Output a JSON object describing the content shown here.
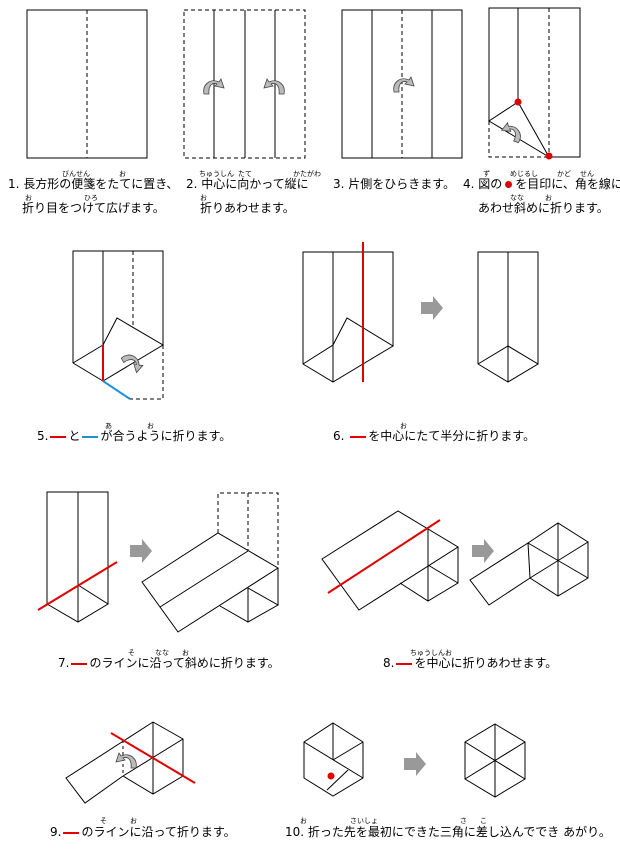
{
  "colors": {
    "line": "#000000",
    "red": "#e00000",
    "blue": "#1e90d8",
    "arrow": "#999999"
  },
  "steps": [
    {
      "line1": "1. 長方形の便箋をたてに置き、",
      "line2": "折り目をつけて広げます。",
      "furigana": [
        "びんせん",
        "お",
        "お",
        "ひろ"
      ]
    },
    {
      "line1": "2. 中心に向かって縦に",
      "line2": "折りあわせます。",
      "furigana": [
        "ちゅうしん",
        "たて",
        "お"
      ]
    },
    {
      "line1": "3. 片側をひらきます。",
      "furigana": [
        "かたがわ"
      ]
    },
    {
      "line1_pre": "4. 図の",
      "line1_post": "を目印に、角を線に",
      "line2": "あわせ斜めに折ります。",
      "furigana": [
        "ず",
        "めじるし",
        "かど",
        "せん",
        "なな",
        "お"
      ]
    },
    {
      "num": "5.",
      "mid": "と",
      "post": "が合うように折ります。",
      "furigana": [
        "あ",
        "お"
      ]
    },
    {
      "num": "6.",
      "post": "を中心にたて半分に折ります。",
      "furigana": [
        "お"
      ]
    },
    {
      "num": "7.",
      "post": "のラインに沿って斜めに折ります。",
      "furigana": [
        "そ",
        "なな",
        "お"
      ]
    },
    {
      "num": "8.",
      "post": "を中心に折りあわせます。",
      "furigana": [
        "ちゅうしんお"
      ]
    },
    {
      "num": "9.",
      "post": "のラインに沿って折ります。",
      "furigana": [
        "そ",
        "お"
      ]
    },
    {
      "line1": "10. 折った先を最初にできた三角に差し込んででき あがり。",
      "furigana": [
        "お",
        "さいしょ",
        "さ",
        "こ"
      ]
    }
  ]
}
